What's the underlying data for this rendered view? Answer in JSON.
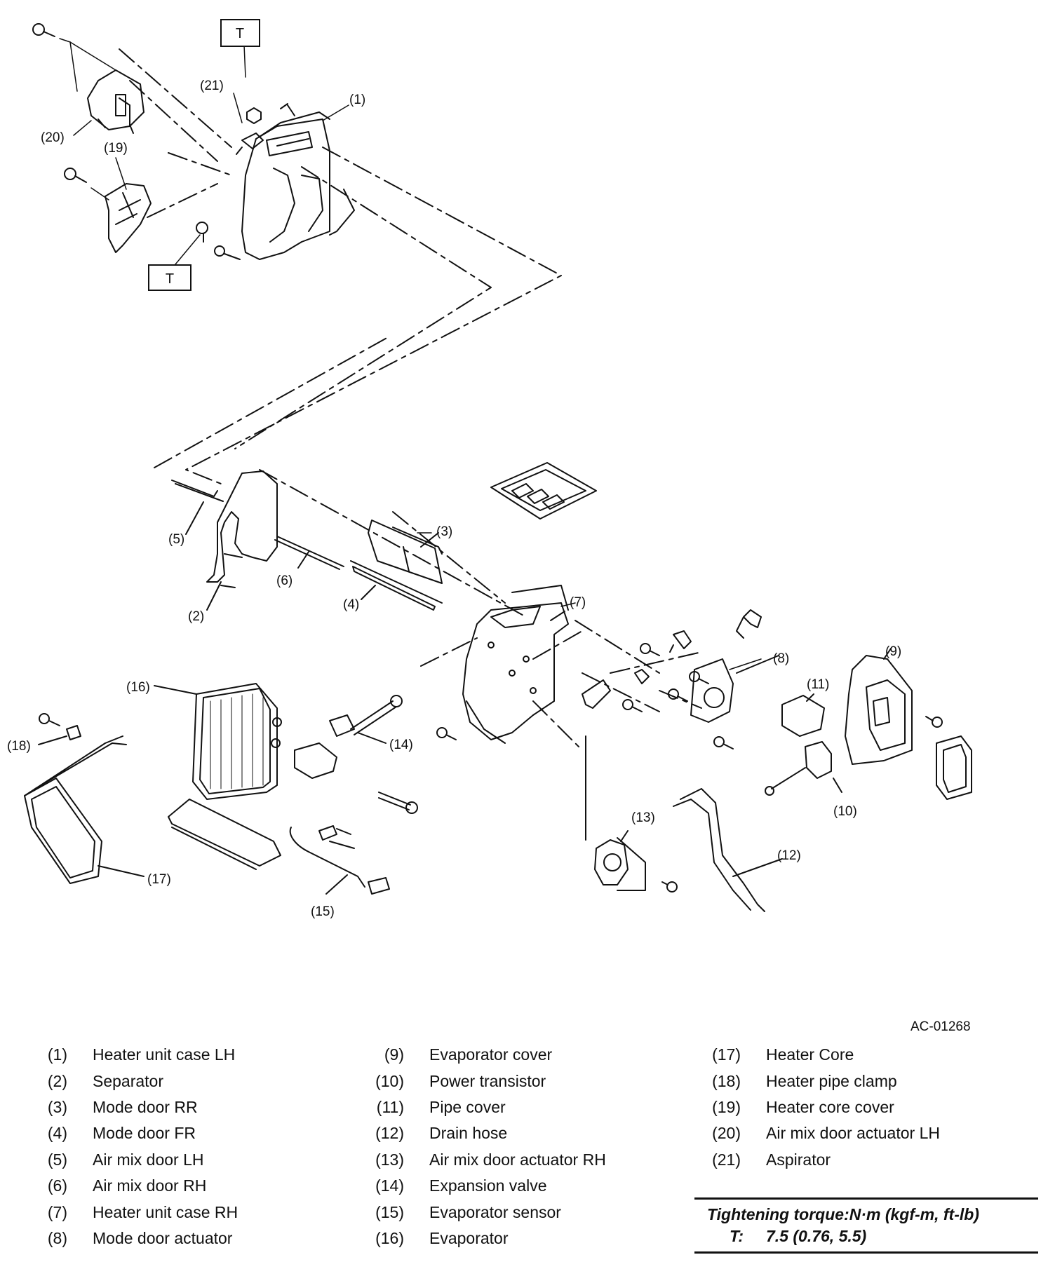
{
  "torque_symbol": "T",
  "figure_id": "AC-01268",
  "callouts": [
    "(1)",
    "(2)",
    "(3)",
    "(4)",
    "(5)",
    "(6)",
    "(7)",
    "(8)",
    "(9)",
    "(10)",
    "(11)",
    "(12)",
    "(13)",
    "(14)",
    "(15)",
    "(16)",
    "(17)",
    "(18)",
    "(19)",
    "(20)",
    "(21)"
  ],
  "legend": [
    [
      {
        "num": "(1)",
        "label": "Heater unit case LH"
      },
      {
        "num": "(2)",
        "label": "Separator"
      },
      {
        "num": "(3)",
        "label": "Mode door RR"
      },
      {
        "num": "(4)",
        "label": "Mode door FR"
      },
      {
        "num": "(5)",
        "label": "Air mix door LH"
      },
      {
        "num": "(6)",
        "label": "Air mix door RH"
      },
      {
        "num": "(7)",
        "label": "Heater unit case RH"
      },
      {
        "num": "(8)",
        "label": "Mode door actuator"
      }
    ],
    [
      {
        "num": "(9)",
        "label": "Evaporator cover"
      },
      {
        "num": "(10)",
        "label": "Power transistor"
      },
      {
        "num": "(11)",
        "label": "Pipe cover"
      },
      {
        "num": "(12)",
        "label": "Drain hose"
      },
      {
        "num": "(13)",
        "label": "Air mix door actuator RH"
      },
      {
        "num": "(14)",
        "label": "Expansion valve"
      },
      {
        "num": "(15)",
        "label": "Evaporator sensor"
      },
      {
        "num": "(16)",
        "label": "Evaporator"
      }
    ],
    [
      {
        "num": "(17)",
        "label": "Heater Core"
      },
      {
        "num": "(18)",
        "label": "Heater pipe clamp"
      },
      {
        "num": "(19)",
        "label": "Heater core cover"
      },
      {
        "num": "(20)",
        "label": "Air mix door actuator LH"
      },
      {
        "num": "(21)",
        "label": "Aspirator"
      }
    ]
  ],
  "torque": {
    "title": "Tightening torque:N·m (kgf-m, ft-lb)",
    "symbol": "T:",
    "value": "7.5 (0.76, 5.5)"
  }
}
